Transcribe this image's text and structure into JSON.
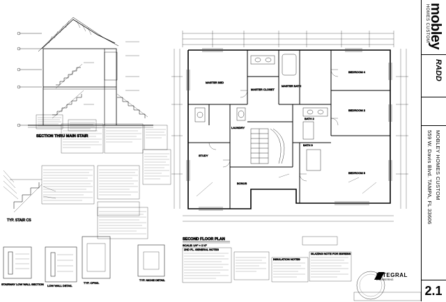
{
  "sheet": {
    "brand": "mobley",
    "brand_sub": "HOMES CUSTOM",
    "project_name": "MOBLEY HOMES CUSTOM",
    "project_address": "559 W. Davis Blvd. TAMPA, FL 33606",
    "designer_logo": "RADD",
    "engineer_name": "INTEGRAL",
    "engineer_sub": "ENGINEERING",
    "sheet_number": "2.1"
  },
  "section": {
    "title": "SECTION THRU MAIN STAIR"
  },
  "details": {
    "stair": "TYP. STAIR CS",
    "stairway_wall": "STAIRWAY LOW WALL SECTION",
    "low_wall": "LOW WALL DETAIL",
    "opng": "TYP. OPNG.",
    "niche": "TYP. NICHE DETAIL"
  },
  "plan": {
    "title": "SECOND FLOOR PLAN",
    "scale": "SCALE: 1/4\" = 1'-0\"",
    "rooms": {
      "master_bed": "MASTER BED",
      "master_bath": "MASTER BATH",
      "master_closet": "MASTER CLOSET",
      "bedroom4": "BEDROOM 4",
      "bedroom3": "BEDROOM 3",
      "bedroom2": "BEDROOM 2",
      "study": "STUDY",
      "bath3": "BATH 3",
      "bath2": "BATH 2",
      "laundry": "LAUNDRY",
      "bonus": "BONUS"
    }
  },
  "notes": {
    "general_title": "2ND FL. GENERAL NOTES",
    "glazing_title": "GLAZING NOTE FOR EGRESS",
    "insulation_title": "INSULATION NOTES",
    "bedroom_note": "NOTE: ALL BEDROOM WINDOWS TO MEET EMERGENCY EGRESS CODE"
  }
}
